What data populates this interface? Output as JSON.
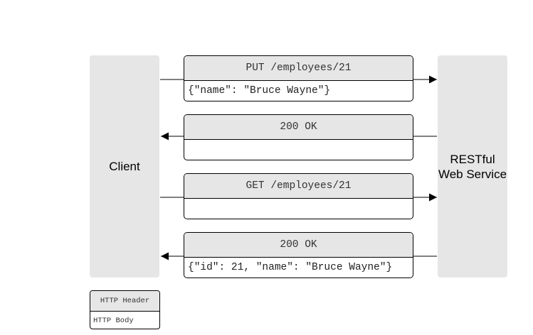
{
  "actors": {
    "client": "Client",
    "service_line1": "RESTful",
    "service_line2": "Web Service"
  },
  "messages": [
    {
      "header": "PUT /employees/21",
      "body": "{\"name\": \"Bruce Wayne\"}",
      "direction": "to-service"
    },
    {
      "header": "200 OK",
      "body": "",
      "direction": "to-client"
    },
    {
      "header": "GET /employees/21",
      "body": "",
      "direction": "to-service"
    },
    {
      "header": "200 OK",
      "body": "{\"id\": 21, \"name\": \"Bruce Wayne\"}",
      "direction": "to-client"
    }
  ],
  "legend": {
    "header": "HTTP Header",
    "body": "HTTP Body"
  }
}
